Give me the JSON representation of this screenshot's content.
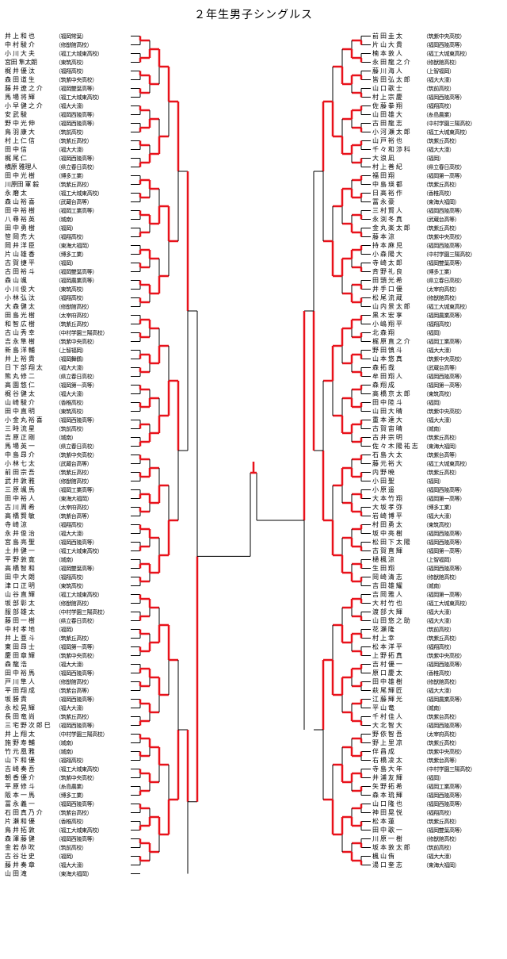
{
  "title": "２年生男子シングルス",
  "colors": {
    "winner_line": "#e8121b",
    "line": "#000000"
  },
  "left_players": [
    {
      "name": "井 上 和 也",
      "school": "（福岡常葉）"
    },
    {
      "name": "中 村 駿 介",
      "school": "（修猷館高校）"
    },
    {
      "name": "小 川 大 夫",
      "school": "（福工大城東高校）"
    },
    {
      "name": "宮田 隼太朗",
      "school": "（東筑高校）"
    },
    {
      "name": "梶 井 優 汰",
      "school": "（福翔高校）"
    },
    {
      "name": "森 田 道 生",
      "school": "（筑紫中央高校）"
    },
    {
      "name": "藤 井 遼 之 介",
      "school": "（福岡雙葉高等）"
    },
    {
      "name": "馬 場 将 輝",
      "school": "（福工大城東高校）"
    },
    {
      "name": "小 早 健 之 介",
      "school": "（福大大濠）"
    },
    {
      "name": "安 武 駿",
      "school": "（福岡西陵高等）"
    },
    {
      "name": "野 中 光 伸",
      "school": "（福岡西陵高等）"
    },
    {
      "name": "鳥 羽 康 大",
      "school": "（筑前高校）"
    },
    {
      "name": "村 上 仁 信",
      "school": "（筑紫丘高校）"
    },
    {
      "name": "田 中 信",
      "school": "（福大大濠）"
    },
    {
      "name": "梶 尾 仁",
      "school": "（福岡西陵高等）"
    },
    {
      "name": "横原 雅理人",
      "school": "（県立春日高校）"
    },
    {
      "name": "田 中 光 樹",
      "school": "（博多工業）"
    },
    {
      "name": "川原田 軍 毅",
      "school": "（筑紫丘高校）"
    },
    {
      "name": "永 磨 太",
      "school": "（福工大城東高校）"
    },
    {
      "name": "森 山 裕 喜",
      "school": "（武蔵台高等）"
    },
    {
      "name": "田 中 裕 樹",
      "school": "（福岡工業高等）"
    },
    {
      "name": "八 尋 裕 英",
      "school": "（城南）"
    },
    {
      "name": "田 中 勇 樹",
      "school": "（福岡）"
    },
    {
      "name": "笹 岡 売 大",
      "school": "（福翔高校）"
    },
    {
      "name": "岡 井 洋 臣",
      "school": "（東海大福岡）"
    },
    {
      "name": "片 山 雄 香",
      "school": "（博多工業）"
    },
    {
      "name": "古 賀 捷 平",
      "school": "（福岡）"
    },
    {
      "name": "古 田 裕 斗",
      "school": "（福岡雙葉高等）"
    },
    {
      "name": "森 山 颯",
      "school": "（福岡農業高等）"
    },
    {
      "name": "小 川 俊 大",
      "school": "（東筑高校）"
    },
    {
      "name": "小 林 弘 汰",
      "school": "（福翔高校）"
    },
    {
      "name": "大 森 健 太",
      "school": "（修猷館高校）"
    },
    {
      "name": "田 島 光 樹",
      "school": "（太宰府高校）"
    },
    {
      "name": "和 智 広 樹",
      "school": "（筑紫丘高校）"
    },
    {
      "name": "古 山 秀 幸",
      "school": "（中村学園三陽高校）"
    },
    {
      "name": "吉 永 隼 樹",
      "school": "（筑紫中央高校）"
    },
    {
      "name": "新 島 洋 輔",
      "school": "（上智福岡）"
    },
    {
      "name": "井 上 裕 貴",
      "school": "（福岡舞鶴）"
    },
    {
      "name": "日 下 部 翔 太",
      "school": "（福大大濠）"
    },
    {
      "name": "熊 丸 修 二",
      "school": "（県立春日高校）"
    },
    {
      "name": "高 園 悠 仁",
      "school": "（福岡第一高等）"
    },
    {
      "name": "梶 谷 健 太",
      "school": "（福大大濠）"
    },
    {
      "name": "山 崎 駿 介",
      "school": "（香椎高校）"
    },
    {
      "name": "田 中 直 明",
      "school": "（東筑高校）"
    },
    {
      "name": "小 金 丸 裕 喜",
      "school": "（福岡西陵高等）"
    },
    {
      "name": "三 時 流 星",
      "school": "（筑前高校）"
    },
    {
      "name": "吉 原 正 剛",
      "school": "（城南）"
    },
    {
      "name": "馬 場 英 一",
      "school": "（県立春日高校）"
    },
    {
      "name": "中 島 昂 介",
      "school": "（筑紫中央高校）"
    },
    {
      "name": "小 林 七 太",
      "school": "（武蔵台高等）"
    },
    {
      "name": "前 田 宗 吾",
      "school": "（筑紫丘高校）"
    },
    {
      "name": "武 井 敦 雅",
      "school": "（修猷館高校）"
    },
    {
      "name": "三 原 颯 馬",
      "school": "（福岡工業高等）"
    },
    {
      "name": "田 中 裕 人",
      "school": "（東海大福岡）"
    },
    {
      "name": "古 川 周 希",
      "school": "（太宰府高校）"
    },
    {
      "name": "高 橋 賢 敏",
      "school": "（筑紫台高等）"
    },
    {
      "name": "寺 崎 涼",
      "school": "（福翔高校）"
    },
    {
      "name": "永 井 俊 治",
      "school": "（福大大濠）"
    },
    {
      "name": "宮 島 亮 聖",
      "school": "（福岡西陵高等）"
    },
    {
      "name": "土 井 健 一",
      "school": "（福工大城東高校）"
    },
    {
      "name": "平 野 敦 寛",
      "school": "（城南）"
    },
    {
      "name": "高 橋 智 和",
      "school": "（福岡雙葉高等）"
    },
    {
      "name": "田 中 大 朗",
      "school": "（福翔高校）"
    },
    {
      "name": "津 口 正 明",
      "school": "（東筑高校）"
    },
    {
      "name": "山 谷 直 輝",
      "school": "（福工大城東高校）"
    },
    {
      "name": "坂 部 彰 太",
      "school": "（修猷館高校）"
    },
    {
      "name": "服 部 雄 太",
      "school": "（中村学園三陽高校）"
    },
    {
      "name": "藤 田 一 樹",
      "school": "（県立春日高校）"
    },
    {
      "name": "中 村 孝 地",
      "school": "（福岡）"
    },
    {
      "name": "井 上 亜 斗",
      "school": "（筑紫丘高校）"
    },
    {
      "name": "東 田 昂 士",
      "school": "（福岡第一高等）"
    },
    {
      "name": "慶 田 章 輝",
      "school": "（筑紫中央高校）"
    },
    {
      "name": "森 龍 浩",
      "school": "（福大大濠）"
    },
    {
      "name": "田 中 裕 馬",
      "school": "（福岡西陵高等）"
    },
    {
      "name": "戸 川 隼 人",
      "school": "（修猷館高校）"
    },
    {
      "name": "平 田 翔 成",
      "school": "（筑紫台高等）"
    },
    {
      "name": "坂 勝 貴",
      "school": "（福岡西陵高等）"
    },
    {
      "name": "永 松 晃 輝",
      "school": "（福大大濠）"
    },
    {
      "name": "長 田 竜 尚",
      "school": "（筑紫丘高校）"
    },
    {
      "name": "三 宅 野 次 郎 巳",
      "school": "（福岡西陵高等）"
    },
    {
      "name": "井 上 翔 太",
      "school": "（中村学園三陽高校）"
    },
    {
      "name": "施 野 寿 輔",
      "school": "（城南）"
    },
    {
      "name": "竹 元 凰 雅",
      "school": "（城南）"
    },
    {
      "name": "山 下 和 優",
      "school": "（福翔高校）"
    },
    {
      "name": "吉 崎 奏 吾",
      "school": "（福工大城東高校）"
    },
    {
      "name": "朝 香 優 介",
      "school": "（筑紫中央高校）"
    },
    {
      "name": "平 原 修 斗",
      "school": "（糸島農業）"
    },
    {
      "name": "阪 本 一 馬",
      "school": "（博多工業）"
    },
    {
      "name": "冨 永 義 一",
      "school": "（福岡西陵高等）"
    },
    {
      "name": "石 田 真 乃 介",
      "school": "（筑紫台高校）"
    },
    {
      "name": "片 瀬 和 優",
      "school": "（香椎高校）"
    },
    {
      "name": "鳥 井 拓 敦",
      "school": "（福工大城東高校）"
    },
    {
      "name": "森 澤 藤 健",
      "school": "（福岡西陵高等）"
    },
    {
      "name": "金 若 恭 吹",
      "school": "（筑前高校）"
    },
    {
      "name": "古 谷 壮 史",
      "school": "（福岡）"
    },
    {
      "name": "藤 井 奏 章",
      "school": "（福大大濠）"
    },
    {
      "name": "山 田 滝",
      "school": "（東海大福岡）"
    }
  ],
  "right_players": [
    {
      "name": "前 田 圭 太",
      "school": "（筑紫中央高校）"
    },
    {
      "name": "片 山 大 貴",
      "school": "（福岡西陵高等）"
    },
    {
      "name": "楠 本 敦 人",
      "school": "（福工大城東高校）"
    },
    {
      "name": "永 田 龍 之 介",
      "school": "（修猷館高校）"
    },
    {
      "name": "藤 川 海 人",
      "school": "（上智福岡）"
    },
    {
      "name": "皆 田 弘 太 郎",
      "school": "（福大大濠）"
    },
    {
      "name": "山 口 歌 士",
      "school": "（筑前高校）"
    },
    {
      "name": "村 上 宗 慶",
      "school": "（福岡西陵高等）"
    },
    {
      "name": "佐 藤 拳 翔",
      "school": "（福翔高校）"
    },
    {
      "name": "山 田 雄 大",
      "school": "（糸島農業）"
    },
    {
      "name": "古 田 龍 志",
      "school": "（中村学園三陽高校）"
    },
    {
      "name": "小 河 瀬 太 郎",
      "school": "（福工大城東高校）"
    },
    {
      "name": "山 戸 裕 也",
      "school": "（筑紫丘高校）"
    },
    {
      "name": "千 々 和 渉 科",
      "school": "（福大大濠）"
    },
    {
      "name": "大 浪 凪",
      "school": "（福岡）"
    },
    {
      "name": "村 上 善 紀",
      "school": "（県立春日高校）"
    },
    {
      "name": "福 田 翔",
      "school": "（福岡第一高等）"
    },
    {
      "name": "中 島 瑛 都",
      "school": "（筑紫丘高校）"
    },
    {
      "name": "日 高 裕 作",
      "school": "（香椎高校）"
    },
    {
      "name": "冨 永 豪",
      "school": "（東海大福岡）"
    },
    {
      "name": "三 村 賢 人",
      "school": "（福岡西陵高等）"
    },
    {
      "name": "永 渕 冬 真",
      "school": "（武蔵台高等）"
    },
    {
      "name": "金 丸 楽 太 郎",
      "school": "（筑紫丘高校）"
    },
    {
      "name": "藤 本 涼",
      "school": "（筑紫中央高校）"
    },
    {
      "name": "持 本 麻 児",
      "school": "（福岡西陵高等）"
    },
    {
      "name": "小 森 陽 大",
      "school": "（中村学園三陽高校）"
    },
    {
      "name": "寺 崎 太 郎",
      "school": "（福岡雙葉高等）"
    },
    {
      "name": "斉 野 礼 良",
      "school": "（博多工業）"
    },
    {
      "name": "田 頭 光 希",
      "school": "（県立春日高校）"
    },
    {
      "name": "井 手 口 優",
      "school": "（太宰府高校）"
    },
    {
      "name": "松 尾 流 蔵",
      "school": "（修猷館高校）"
    },
    {
      "name": "山 内 景 太 郎",
      "school": "（福工大城東高校）"
    },
    {
      "name": "黒 木 宏 享",
      "school": "（福岡農業高等）"
    },
    {
      "name": "小 嶋 翔 平",
      "school": "（福翔高校）"
    },
    {
      "name": "北 森 翔",
      "school": "（福岡）"
    },
    {
      "name": "梶 原 直 之 介",
      "school": "（福岡工業高等）"
    },
    {
      "name": "野 田 慎 斗",
      "school": "（福大大濠）"
    },
    {
      "name": "山 本 悠 真",
      "school": "（筑紫中央高校）"
    },
    {
      "name": "森 拓 哉",
      "school": "（武蔵台高等）"
    },
    {
      "name": "牟 田 翔 人",
      "school": "（福岡西陵高等）"
    },
    {
      "name": "森 翔 成",
      "school": "（福岡第一高等）"
    },
    {
      "name": "高 橋 京 太 郎",
      "school": "（東筑高校）"
    },
    {
      "name": "田 中 陸 斗",
      "school": "（福岡）"
    },
    {
      "name": "山 田 大 晴",
      "school": "（筑紫中央高校）"
    },
    {
      "name": "重 本 達 大",
      "school": "（福大大濠）"
    },
    {
      "name": "古 賀 宙 晴",
      "school": "（城南）"
    },
    {
      "name": "古 井 宗 明",
      "school": "（筑紫丘高校）"
    },
    {
      "name": "佐 々 木 陽 祐 志",
      "school": "（東海大福岡）"
    },
    {
      "name": "石 島 大 太",
      "school": "（筑紫台高等）"
    },
    {
      "name": "藤 元 裕 大",
      "school": "（福工大城東高校）"
    },
    {
      "name": "内 野 暁",
      "school": "（筑紫丘高校）"
    },
    {
      "name": "小 田 聖",
      "school": "（福岡）"
    },
    {
      "name": "小 原 遥",
      "school": "（福岡西陵高等）"
    },
    {
      "name": "大 本 竹 翔",
      "school": "（福岡第一高等）"
    },
    {
      "name": "大 坂 孝 弥",
      "school": "（博多工業）"
    },
    {
      "name": "岩 崎 博 平",
      "school": "（福大大濠）"
    },
    {
      "name": "村 田 勇 太",
      "school": "（東筑高校）"
    },
    {
      "name": "坂 中 亮 樹",
      "school": "（福岡西陵高等）"
    },
    {
      "name": "松 田 下 太 陽",
      "school": "（福岡西陵高等）"
    },
    {
      "name": "古 賀 直 輝",
      "school": "（福岡第一高等）"
    },
    {
      "name": "樋 楓 涼",
      "school": "（上智福岡）"
    },
    {
      "name": "生 田 翔",
      "school": "（福岡西陵高等）"
    },
    {
      "name": "岡 崎 清 志",
      "school": "（修猷館高校）"
    },
    {
      "name": "吉 田 雄 耀",
      "school": "（城南）"
    },
    {
      "name": "吉 岡 雅 人",
      "school": "（福岡第一高等）"
    },
    {
      "name": "大 村 竹 也",
      "school": "（福工大城東高校）"
    },
    {
      "name": "渡 部 大 輝",
      "school": "（福大大濠）"
    },
    {
      "name": "山 田 悠 之 助",
      "school": "（福大大濠）"
    },
    {
      "name": "花 瀬 隆",
      "school": "（筑前高校）"
    },
    {
      "name": "村 上 幸",
      "school": "（筑紫丘高校）"
    },
    {
      "name": "松 本 洋 平",
      "school": "（福翔高校）"
    },
    {
      "name": "上 野 拓 真",
      "school": "（筑紫中央高校）"
    },
    {
      "name": "吉 村 優 一",
      "school": "（福岡西陵高等）"
    },
    {
      "name": "原 口 慶 太",
      "school": "（香椎高校）"
    },
    {
      "name": "田 中 雄 樹",
      "school": "（修猷館高校）"
    },
    {
      "name": "萩 尾 輝 匠",
      "school": "（福大大濠）"
    },
    {
      "name": "江 藤 輝 光",
      "school": "（福岡農業高等）"
    },
    {
      "name": "平 山 竜",
      "school": "（城南）"
    },
    {
      "name": "千 村 佳 人",
      "school": "（筑紫台高校）"
    },
    {
      "name": "大 北 智 大",
      "school": "（福岡西陵高等）"
    },
    {
      "name": "野 依 智 吾",
      "school": "（太宰府高校）"
    },
    {
      "name": "野 上 里 凉",
      "school": "（筑紫丘高校）"
    },
    {
      "name": "伴 昌 成",
      "school": "（筑紫中央高校）"
    },
    {
      "name": "右 橋 凌 太",
      "school": "（筑紫台高等）"
    },
    {
      "name": "寺 島 大 年",
      "school": "（中村学園三陽高校）"
    },
    {
      "name": "井 浦 友 輝",
      "school": "（福岡）"
    },
    {
      "name": "矢 野 拓 希",
      "school": "（福岡工業高等）"
    },
    {
      "name": "森 本 琉 輝",
      "school": "（福岡西陵高等）"
    },
    {
      "name": "山 口 隆 也",
      "school": "（福岡西陵高等）"
    },
    {
      "name": "神 田 晃 悦",
      "school": "（福翔高校）"
    },
    {
      "name": "松 本 蓮",
      "school": "（筑紫丘高校）"
    },
    {
      "name": "田 中 歌 一",
      "school": "（福岡雙葉高等）"
    },
    {
      "name": "川 原 一 樹",
      "school": "（修猷館高校）"
    },
    {
      "name": "坂 本 敦 太 郎",
      "school": "（筑前高校）"
    },
    {
      "name": "楓 山 侑",
      "school": "（福大大濠）"
    },
    {
      "name": "湯 口 奎 志",
      "school": "（東海大福岡）"
    }
  ]
}
